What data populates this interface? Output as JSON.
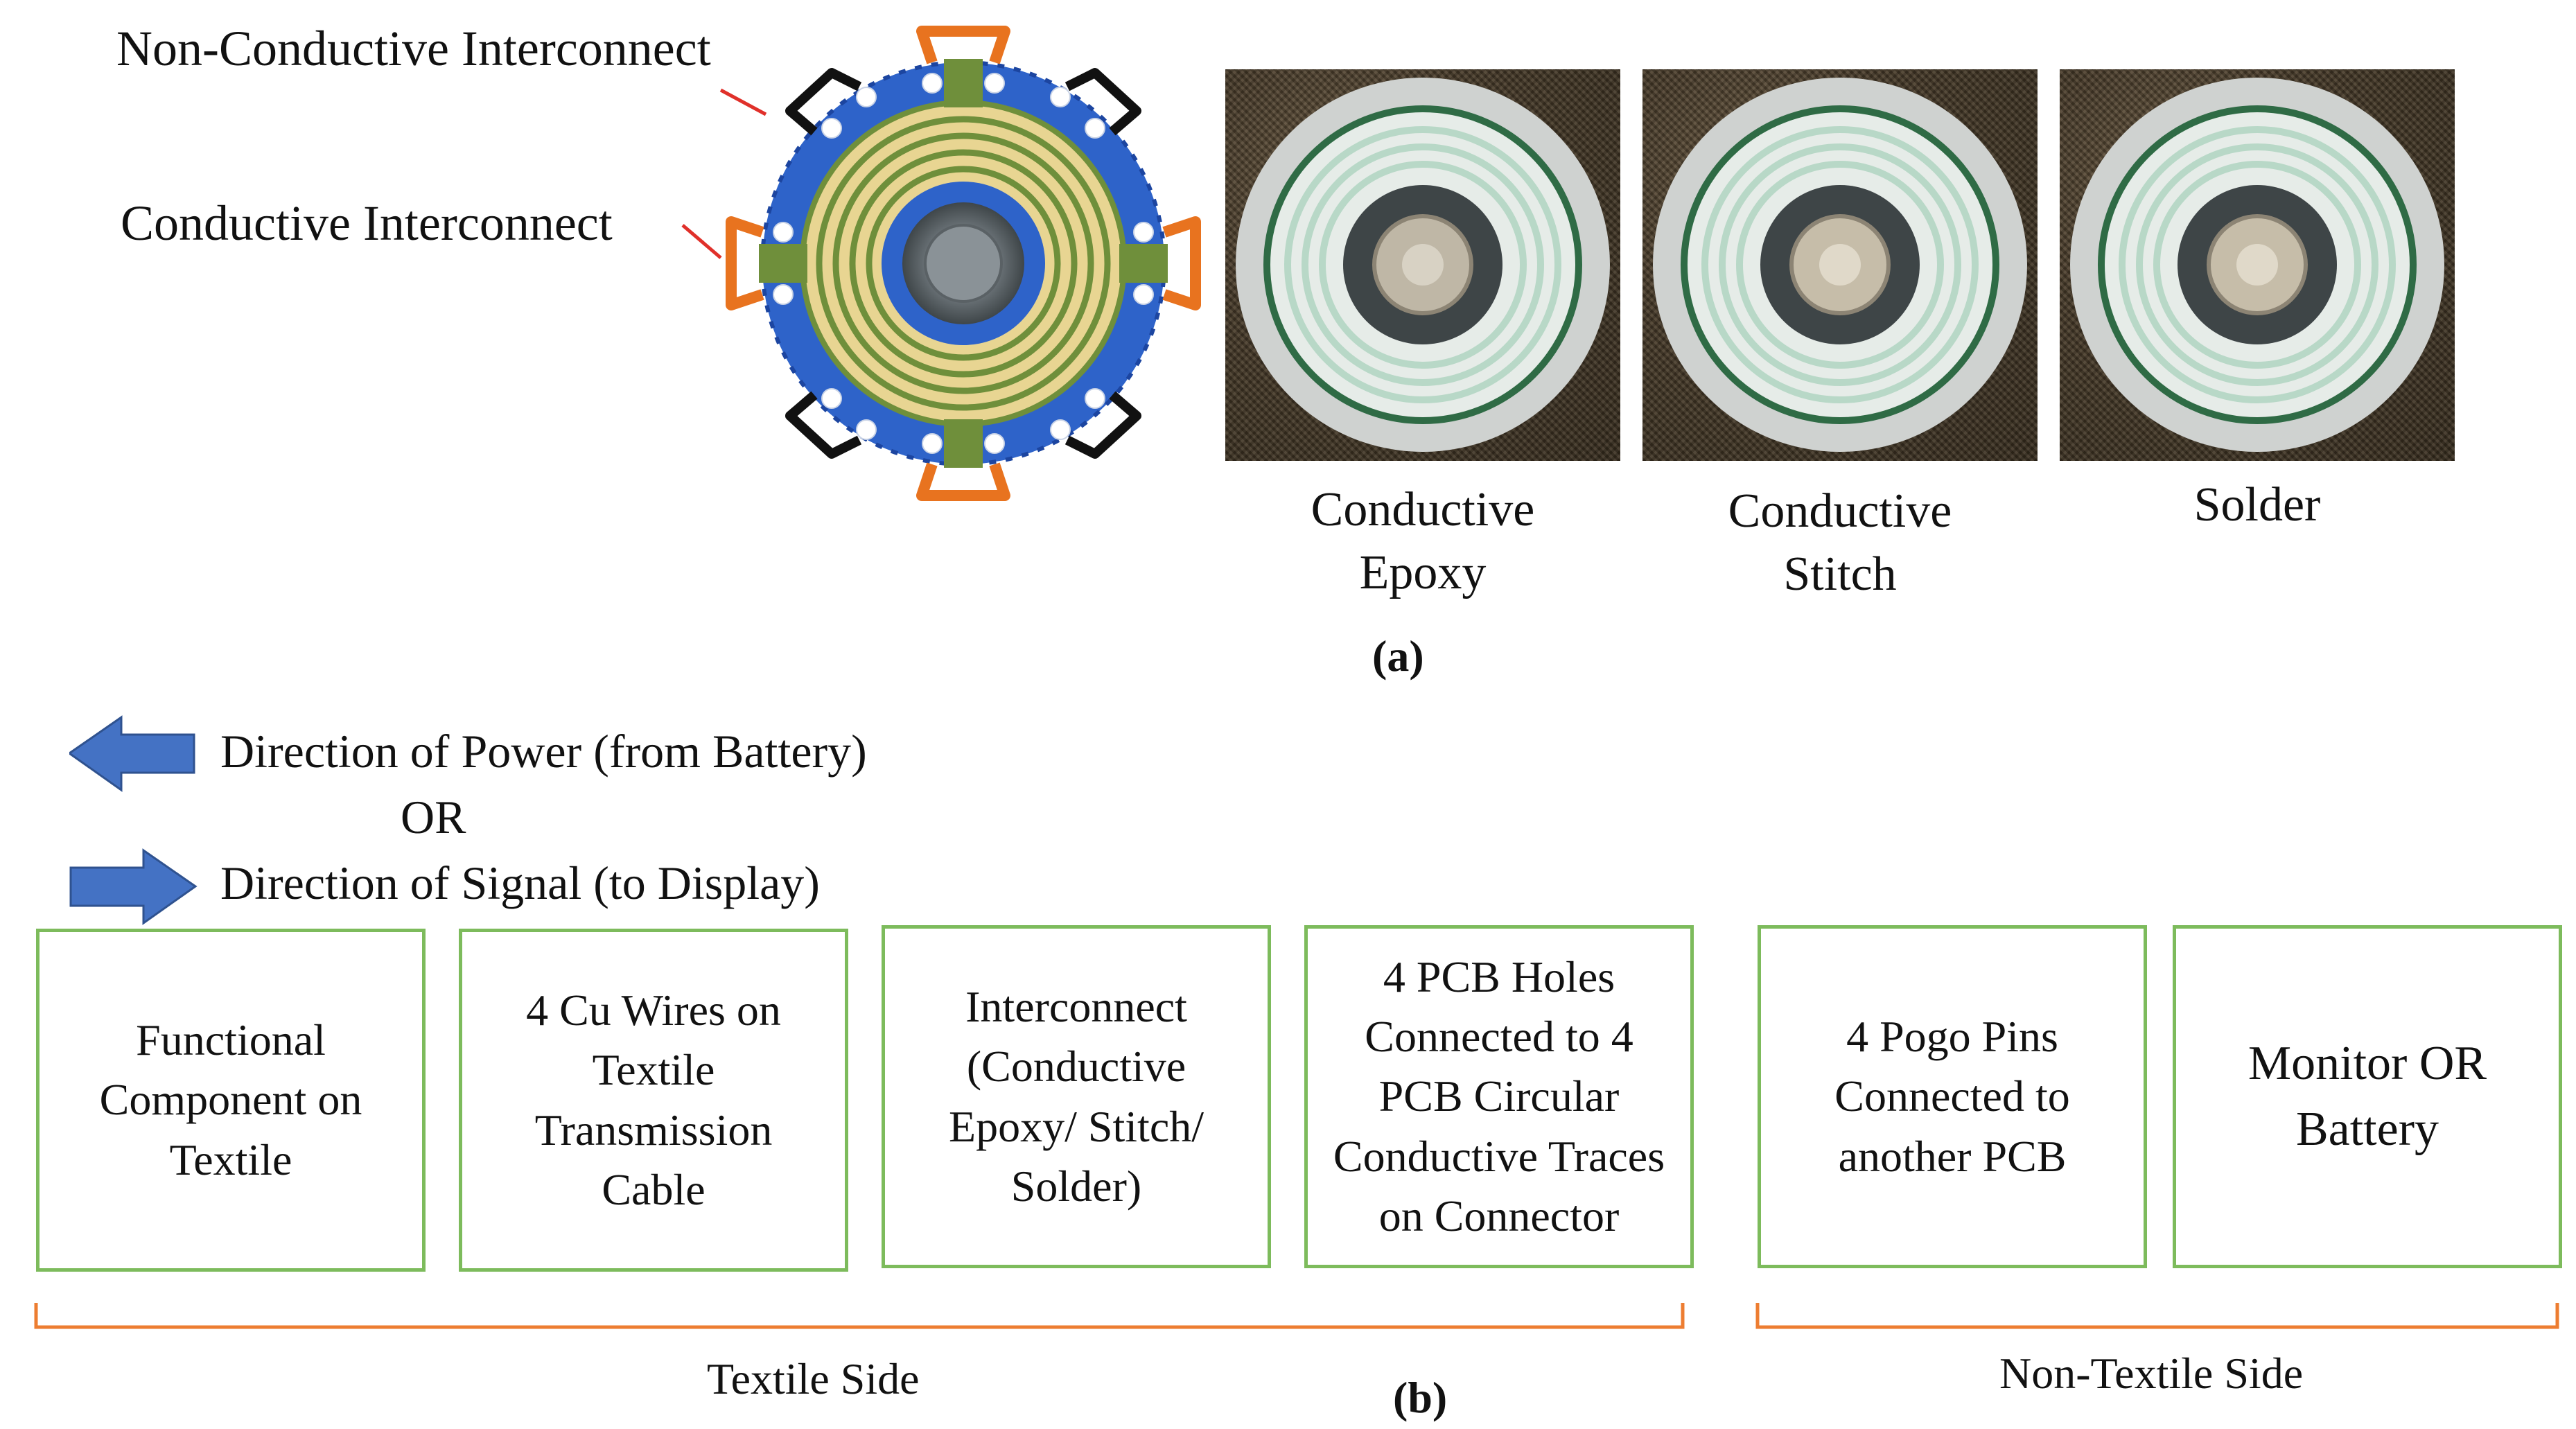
{
  "part_a": {
    "labels": {
      "non_conductive": "Non-Conductive Interconnect",
      "conductive": "Conductive Interconnect"
    },
    "photos": [
      {
        "caption": "Conductive\nEpoxy"
      },
      {
        "caption": "Conductive\nStitch"
      },
      {
        "caption": "Solder"
      }
    ],
    "subfig_label": "(a)",
    "colors": {
      "ring_blue": "#2e63c9",
      "trace_gold": "#e8d592",
      "pad_green": "#6f8f3b",
      "orange_arrow": "#e8731f",
      "black_arrow": "#111111"
    }
  },
  "part_b": {
    "legend": {
      "power": "Direction of Power (from Battery)",
      "or": "OR",
      "signal": "Direction of Signal (to Display)"
    },
    "boxes": [
      "Functional\nComponent on\nTextile",
      "4 Cu Wires on\nTextile\nTransmission\nCable",
      "Interconnect\n(Conductive\nEpoxy/ Stitch/\nSolder)",
      "4 PCB Holes\nConnected to 4\nPCB Circular\nConductive Traces\non Connector",
      "4 Pogo Pins\nConnected to\nanother PCB",
      "Monitor OR\nBattery"
    ],
    "groups": {
      "textile": "Textile Side",
      "non_textile": "Non-Textile Side"
    },
    "subfig_label": "(b)",
    "colors": {
      "arrow_blue": "#4472c4",
      "box_border": "#7dbb5c",
      "bracket": "#ed7d31"
    }
  }
}
